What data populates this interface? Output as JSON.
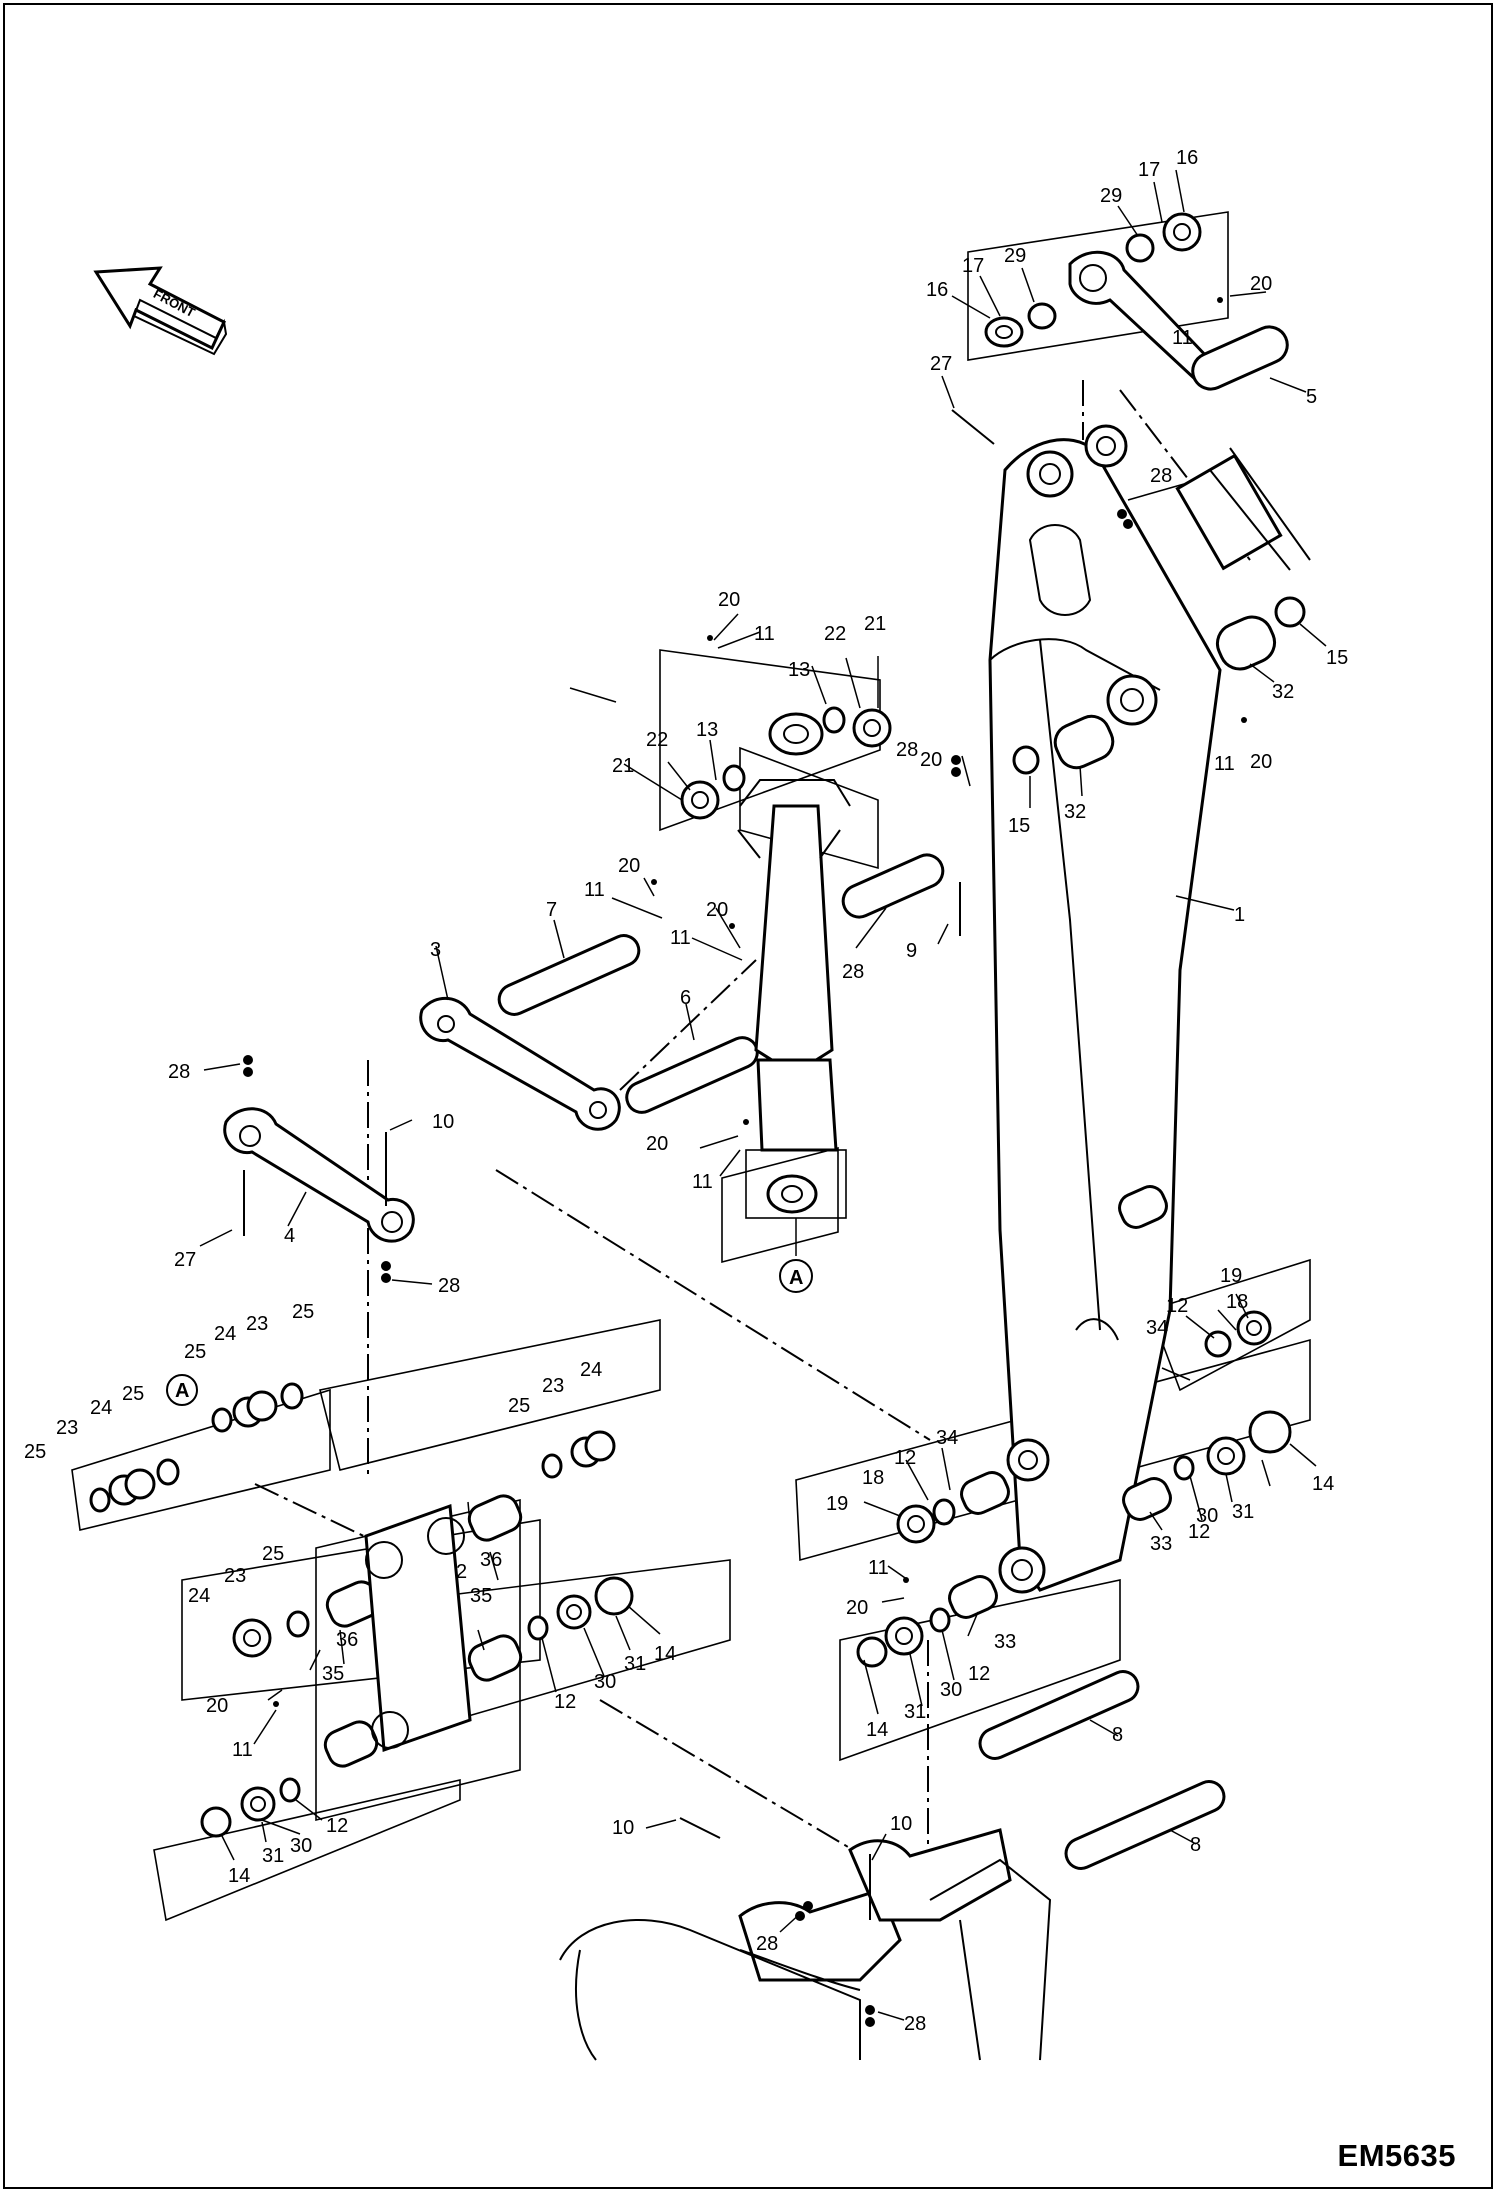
{
  "orientation": {
    "label": "FRONT",
    "icon": "front-arrow-icon"
  },
  "figure_code": "EM5635",
  "detail_marker": "A",
  "callouts": [
    {
      "id": "c1",
      "text": "1"
    },
    {
      "id": "c2",
      "text": "2"
    },
    {
      "id": "c3",
      "text": "3"
    },
    {
      "id": "c4",
      "text": "4"
    },
    {
      "id": "c5",
      "text": "5"
    },
    {
      "id": "c6",
      "text": "6"
    },
    {
      "id": "c7",
      "text": "7"
    },
    {
      "id": "c8a",
      "text": "8"
    },
    {
      "id": "c8b",
      "text": "8"
    },
    {
      "id": "c9",
      "text": "9"
    },
    {
      "id": "c10a",
      "text": "10"
    },
    {
      "id": "c10b",
      "text": "10"
    },
    {
      "id": "c10c",
      "text": "10"
    },
    {
      "id": "c11a",
      "text": "11"
    },
    {
      "id": "c11b",
      "text": "11"
    },
    {
      "id": "c11c",
      "text": "11"
    },
    {
      "id": "c11d",
      "text": "11"
    },
    {
      "id": "c11e",
      "text": "11"
    },
    {
      "id": "c11f",
      "text": "11"
    },
    {
      "id": "c11g",
      "text": "11"
    },
    {
      "id": "c11h",
      "text": "11"
    },
    {
      "id": "c12a",
      "text": "12"
    },
    {
      "id": "c12b",
      "text": "12"
    },
    {
      "id": "c12c",
      "text": "12"
    },
    {
      "id": "c12d",
      "text": "12"
    },
    {
      "id": "c12e",
      "text": "12"
    },
    {
      "id": "c12f",
      "text": "12"
    },
    {
      "id": "c13a",
      "text": "13"
    },
    {
      "id": "c13b",
      "text": "13"
    },
    {
      "id": "c14a",
      "text": "14"
    },
    {
      "id": "c14b",
      "text": "14"
    },
    {
      "id": "c14c",
      "text": "14"
    },
    {
      "id": "c14d",
      "text": "14"
    },
    {
      "id": "c15a",
      "text": "15"
    },
    {
      "id": "c15b",
      "text": "15"
    },
    {
      "id": "c16a",
      "text": "16"
    },
    {
      "id": "c16b",
      "text": "16"
    },
    {
      "id": "c17a",
      "text": "17"
    },
    {
      "id": "c17b",
      "text": "17"
    },
    {
      "id": "c18a",
      "text": "18"
    },
    {
      "id": "c18b",
      "text": "18"
    },
    {
      "id": "c19a",
      "text": "19"
    },
    {
      "id": "c19b",
      "text": "19"
    },
    {
      "id": "c20a",
      "text": "20"
    },
    {
      "id": "c20b",
      "text": "20"
    },
    {
      "id": "c20c",
      "text": "20"
    },
    {
      "id": "c20d",
      "text": "20"
    },
    {
      "id": "c20e",
      "text": "20"
    },
    {
      "id": "c20f",
      "text": "20"
    },
    {
      "id": "c20g",
      "text": "20"
    },
    {
      "id": "c20h",
      "text": "20"
    },
    {
      "id": "c20i",
      "text": "20"
    },
    {
      "id": "c21a",
      "text": "21"
    },
    {
      "id": "c21b",
      "text": "21"
    },
    {
      "id": "c22a",
      "text": "22"
    },
    {
      "id": "c22b",
      "text": "22"
    },
    {
      "id": "c23a",
      "text": "23"
    },
    {
      "id": "c23b",
      "text": "23"
    },
    {
      "id": "c23c",
      "text": "23"
    },
    {
      "id": "c23d",
      "text": "23"
    },
    {
      "id": "c24a",
      "text": "24"
    },
    {
      "id": "c24b",
      "text": "24"
    },
    {
      "id": "c24c",
      "text": "24"
    },
    {
      "id": "c24d",
      "text": "24"
    },
    {
      "id": "c25a",
      "text": "25"
    },
    {
      "id": "c25b",
      "text": "25"
    },
    {
      "id": "c25c",
      "text": "25"
    },
    {
      "id": "c25d",
      "text": "25"
    },
    {
      "id": "c25e",
      "text": "25"
    },
    {
      "id": "c25f",
      "text": "25"
    },
    {
      "id": "c27a",
      "text": "27"
    },
    {
      "id": "c27b",
      "text": "27"
    },
    {
      "id": "c28a",
      "text": "28"
    },
    {
      "id": "c28b",
      "text": "28"
    },
    {
      "id": "c28c",
      "text": "28"
    },
    {
      "id": "c28d",
      "text": "28"
    },
    {
      "id": "c28e",
      "text": "28"
    },
    {
      "id": "c28f",
      "text": "28"
    },
    {
      "id": "c28g",
      "text": "28"
    },
    {
      "id": "c29a",
      "text": "29"
    },
    {
      "id": "c29b",
      "text": "29"
    },
    {
      "id": "c30a",
      "text": "30"
    },
    {
      "id": "c30b",
      "text": "30"
    },
    {
      "id": "c30c",
      "text": "30"
    },
    {
      "id": "c30d",
      "text": "30"
    },
    {
      "id": "c31a",
      "text": "31"
    },
    {
      "id": "c31b",
      "text": "31"
    },
    {
      "id": "c31c",
      "text": "31"
    },
    {
      "id": "c31d",
      "text": "31"
    },
    {
      "id": "c32a",
      "text": "32"
    },
    {
      "id": "c32b",
      "text": "32"
    },
    {
      "id": "c33a",
      "text": "33"
    },
    {
      "id": "c33b",
      "text": "33"
    },
    {
      "id": "c34a",
      "text": "34"
    },
    {
      "id": "c34b",
      "text": "34"
    },
    {
      "id": "c35a",
      "text": "35"
    },
    {
      "id": "c35b",
      "text": "35"
    },
    {
      "id": "c36a",
      "text": "36"
    },
    {
      "id": "c36b",
      "text": "36"
    }
  ]
}
